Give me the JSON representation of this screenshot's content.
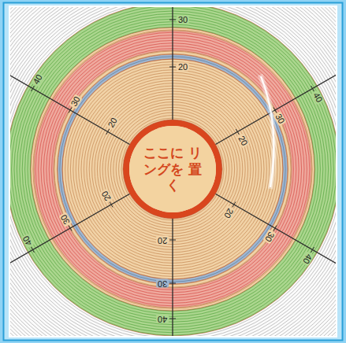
{
  "diagram": {
    "nodes": [
      {
        "text": [
          "ここに リングを 置く"
        ]
      }
    ],
    "labels": [
      "30",
      "20",
      "40",
      "30",
      "20",
      "40",
      "30",
      "20",
      "20",
      "30",
      "40",
      "20",
      "30",
      "40",
      "20",
      "30",
      "40"
    ]
  }
}
